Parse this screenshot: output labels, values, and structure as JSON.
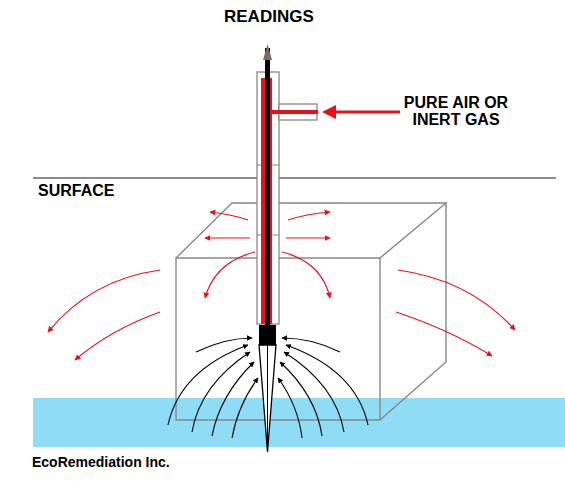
{
  "diagram": {
    "labels": [
      "READINGS",
      "PURE AIR OR INERT GAS",
      "SURFACE",
      "EcoRemediation Inc."
    ]
  }
}
